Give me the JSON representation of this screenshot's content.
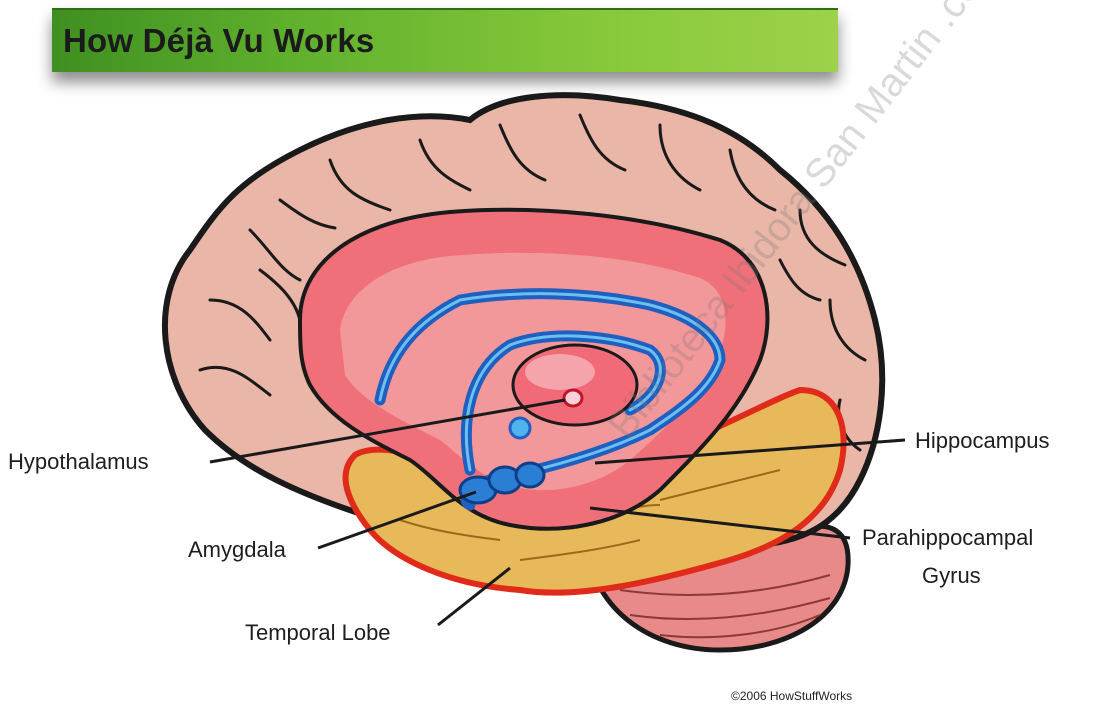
{
  "title": "How Déjà Vu Works",
  "labels": {
    "hypothalamus": "Hypothalamus",
    "hippocampus": "Hippocampus",
    "amygdala": "Amygdala",
    "parahippocampal_line1": "Parahippocampal",
    "parahippocampal_line2": "Gyrus",
    "temporal_lobe": "Temporal Lobe"
  },
  "credit": "©2006 HowStuffWorks",
  "watermark": "Biblioteca Ibidora San Martin .com.ar",
  "colors": {
    "banner_green": "#6fba33",
    "cortex": "#e9b6a8",
    "limbic_ring": "#f0707a",
    "hippocampus_blue": "#1f5fbf",
    "temporal_lobe": "#e8b95a",
    "temporal_outline": "#e02a1a",
    "cerebellum": "#e98a8a"
  }
}
